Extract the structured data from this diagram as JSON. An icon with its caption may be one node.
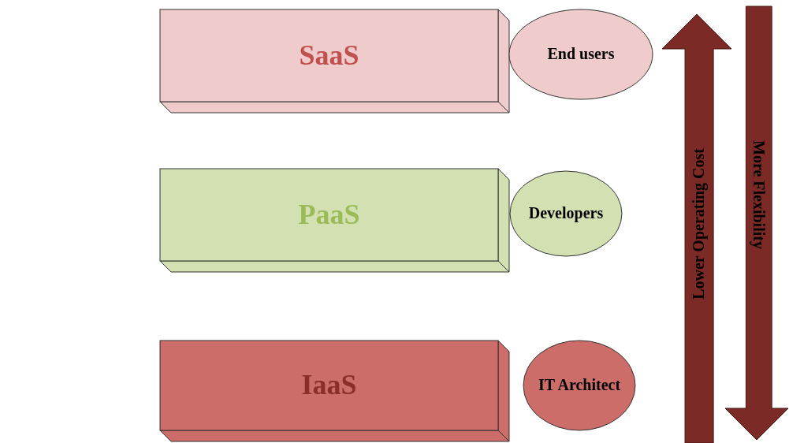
{
  "diagram": {
    "nodes": [
      {
        "text": [
          "SaaS"
        ]
      },
      {
        "text": [
          "End users"
        ]
      },
      {
        "text": [
          "PaaS"
        ]
      },
      {
        "text": [
          "Developers"
        ]
      },
      {
        "text": [
          "IaaS"
        ]
      },
      {
        "text": [
          "IT Architect"
        ]
      },
      {
        "text": [
          "Lower Operating Cost"
        ]
      },
      {
        "text": [
          "More Flexibility"
        ]
      }
    ],
    "edges": []
  }
}
